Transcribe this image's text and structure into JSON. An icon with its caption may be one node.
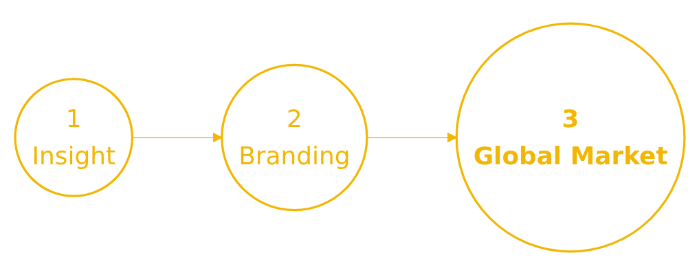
{
  "diagram": {
    "nodes": [
      {
        "text": [
          "1",
          "Insight"
        ]
      },
      {
        "text": [
          "2",
          "Branding"
        ]
      },
      {
        "text": [
          "3",
          "Global Market"
        ]
      }
    ],
    "edges": [
      {
        "from": 0,
        "to": 1,
        "arrow": "to"
      },
      {
        "from": 1,
        "to": 2,
        "arrow": "to"
      }
    ]
  }
}
